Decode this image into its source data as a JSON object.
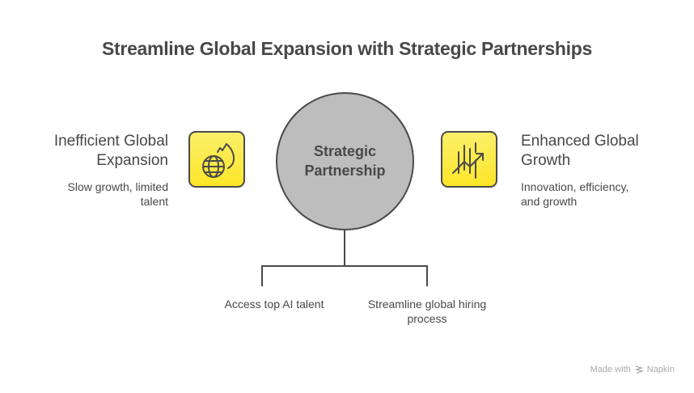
{
  "title": "Streamline Global Expansion with Strategic Partnerships",
  "left": {
    "title_line1": "Inefficient Global",
    "title_line2": "Expansion",
    "desc_line1": "Slow growth, limited",
    "desc_line2": "talent",
    "icon": "globe-fire-icon"
  },
  "center": {
    "label_line1": "Strategic",
    "label_line2": "Partnership"
  },
  "right": {
    "title_line1": "Enhanced Global",
    "title_line2": "Growth",
    "desc_line1": "Innovation, efficiency,",
    "desc_line2": "and growth",
    "icon": "chart-growth-icon"
  },
  "branches": [
    {
      "line1": "Access top AI talent",
      "line2": ""
    },
    {
      "line1": "Streamline global hiring",
      "line2": "process"
    }
  ],
  "footer": {
    "made_with": "Made with",
    "brand": "Napkin",
    "brand_icon": "napkin-logo-icon"
  },
  "colors": {
    "icon_fill": "#fde629",
    "circle_fill": "#bdbdbd",
    "stroke": "#4a4a4a",
    "text": "#484848"
  }
}
